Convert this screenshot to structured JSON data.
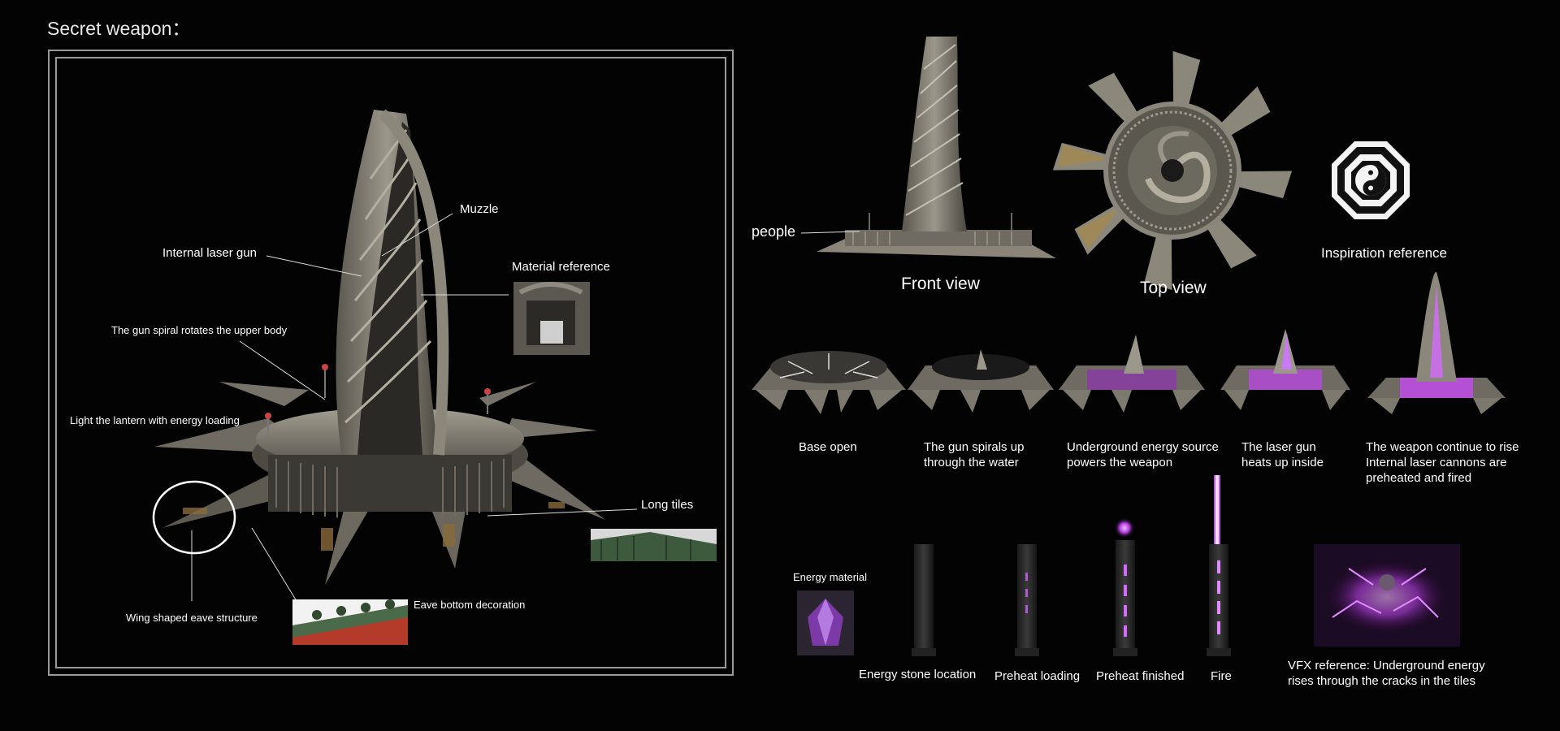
{
  "page": {
    "title": "Secret weapon："
  },
  "main_annotations": {
    "muzzle": "Muzzle",
    "internal_laser_gun": "Internal laser gun",
    "material_reference": "Material reference",
    "gun_spiral": "The gun spiral rotates the upper body",
    "lantern": "Light the lantern with energy loading",
    "long_tiles": "Long tiles",
    "wing_eave": "Wing shaped eave structure",
    "eave_bottom": "Eave bottom decoration"
  },
  "views": {
    "people": "people",
    "front_view": "Front view",
    "top_view": "Top view",
    "inspiration_reference": "Inspiration reference"
  },
  "sequence": [
    {
      "caption": "Base open"
    },
    {
      "caption": "The gun spirals up through the water"
    },
    {
      "caption": "Underground energy source powers the weapon"
    },
    {
      "caption": "The laser gun heats up inside"
    },
    {
      "caption": "The weapon continue to rise Internal laser cannons are preheated and fired"
    }
  ],
  "energy": {
    "material_label": "Energy material",
    "stages": [
      {
        "caption": "Energy stone location"
      },
      {
        "caption": "Preheat loading"
      },
      {
        "caption": "Preheat finished"
      },
      {
        "caption": "Fire"
      }
    ],
    "vfx_caption": "VFX reference: Underground energy rises through the cracks in the tiles"
  },
  "colors": {
    "background": "#030303",
    "accent_glow": "#d36bff",
    "stone": "#8a867c"
  },
  "icons": [
    "yin-yang-bagua-icon"
  ]
}
